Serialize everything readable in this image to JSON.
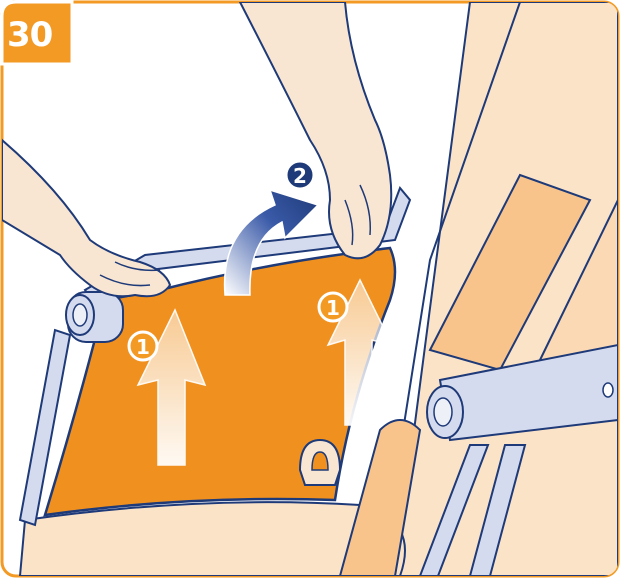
{
  "step": {
    "number": "30"
  },
  "markers": [
    {
      "id": "lift-left",
      "number": "1"
    },
    {
      "id": "lift-right",
      "number": "1"
    },
    {
      "id": "fold-over",
      "number": "2"
    }
  ],
  "colors": {
    "accent": "#f39a24",
    "seat_fabric": "#f0911f",
    "skin": "#f9e6d2",
    "frame": "#d5dbee",
    "outline": "#1e3a78",
    "step_marker_fill": "#f39a24",
    "fold_marker_fill": "#1e3a78"
  },
  "icons": {
    "lift_arrow": "up-arrow-icon",
    "fold_arrow": "curved-arrow-icon"
  }
}
